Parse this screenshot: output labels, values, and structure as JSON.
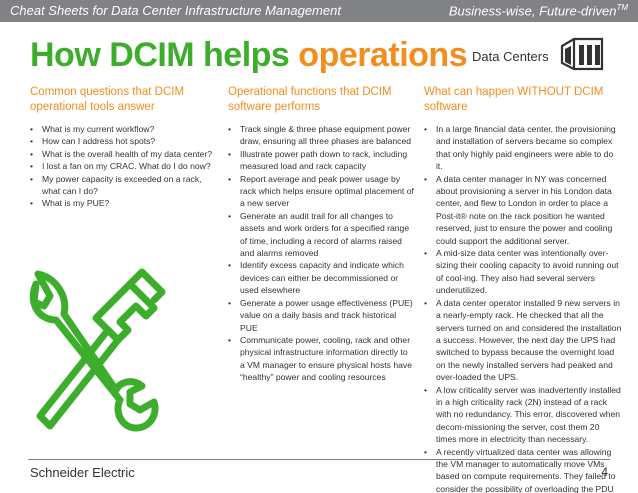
{
  "header": {
    "left": "Cheat Sheets for Data Center Infrastructure Management",
    "right": "Business-wise,  Future-driven",
    "trademark": "TM"
  },
  "title": {
    "part1": "How DCIM helps ",
    "part2": "operations",
    "color_green": "#3dae2b",
    "color_orange": "#f28e1e"
  },
  "subject": {
    "label": "Data Centers",
    "icon": "data-center-building-icon"
  },
  "columns": [
    {
      "heading": "Common questions that DCIM operational tools answer",
      "items": [
        "What is my current workflow?",
        "How can I address hot spots?",
        "What is the overall health of my data center?",
        "I lost a fan on my CRAC.  What do I do now?",
        "My power capacity is exceeded on a rack, what can I do?",
        "What is my PUE?"
      ]
    },
    {
      "heading": "Operational functions that DCIM software performs",
      "items": [
        "Track single & three phase equipment power draw, ensuring all three phases are balanced",
        "Illustrate power path down to rack, including measured load and rack capacity",
        "Report average and peak power usage by rack which helps ensure optimal placement of a new server",
        "Generate an audit trail for all changes to assets and work orders for a specified range of time, including a record of alarms raised and alarms removed",
        "Identify excess capacity and indicate which devices can either be decommissioned or used elsewhere",
        "Generate a power usage effectiveness (PUE) value on a daily basis and track historical PUE",
        "Communicate power, cooling, rack and other physical infrastructure information directly to a VM manager to ensure  physical hosts have “healthy” power and cooling resources"
      ]
    },
    {
      "heading": "What can happen WITHOUT DCIM software",
      "items": [
        "In a large financial data center, the provisioning and installation of servers became so complex that only highly paid engineers were able to do it.",
        "A data center manager in NY was concerned about provisioning a server in his London data center, and flew to London in order to place a Post-it® note on the rack position he wanted reserved, just to ensure the power and cooling could support the additional server.",
        "A mid-size data center was intentionally over-sizing their cooling capacity to avoid running out of  cool-ing.  They also had several servers underutilized.",
        "A data center operator installed 9 new servers in a nearly-empty rack.  He checked that all the servers turned on and considered the installation a success.  However, the next day the UPS had switched to bypass because the overnight load on the newly installed servers had peaked and over-loaded the UPS.",
        "A low criticality server was inadvertently installed in a high criticality rack (2N) instead of a rack with no redundancy.  This error, discovered when decom-missioning the server, cost them 20 times more in electricity than necessary.",
        "A recently virtualized data center was allowing the VM manager to automatically move VMs based on compute requirements.  They failed to consider the possibility of overloading the PDU and ended up crashing."
      ]
    }
  ],
  "illustration": {
    "icon": "wrench-and-hammer-icon",
    "color": "#3dae2b"
  },
  "footer": {
    "company": "Schneider Electric",
    "page": "4"
  }
}
